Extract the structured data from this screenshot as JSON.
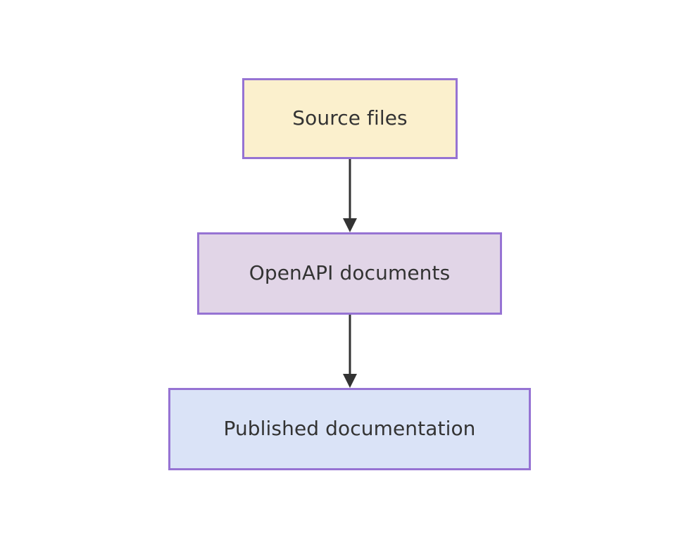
{
  "diagram": {
    "type": "flowchart",
    "direction": "top-to-bottom",
    "title": "",
    "background_color": "#ffffff",
    "nodes": [
      {
        "id": "source-files",
        "label": "Source files",
        "shape": "rectangle",
        "fill_color": "#fbf0cd",
        "border_color": "#9673d3",
        "text_color": "#333333"
      },
      {
        "id": "openapi-documents",
        "label": "OpenAPI documents",
        "shape": "rectangle",
        "fill_color": "#e1d5e7",
        "border_color": "#9673d3",
        "text_color": "#333333"
      },
      {
        "id": "published-documentation",
        "label": "Published documentation",
        "shape": "rectangle",
        "fill_color": "#dae3f7",
        "border_color": "#9673d3",
        "text_color": "#333333"
      }
    ],
    "edges": [
      {
        "id": "edge-source-to-openapi",
        "from": "source-files",
        "to": "openapi-documents",
        "label": "",
        "style": "solid",
        "arrowhead": "filled-triangle",
        "color": "#333333"
      },
      {
        "id": "edge-openapi-to-published",
        "from": "openapi-documents",
        "to": "published-documentation",
        "label": "",
        "style": "solid",
        "arrowhead": "filled-triangle",
        "color": "#333333"
      }
    ]
  }
}
